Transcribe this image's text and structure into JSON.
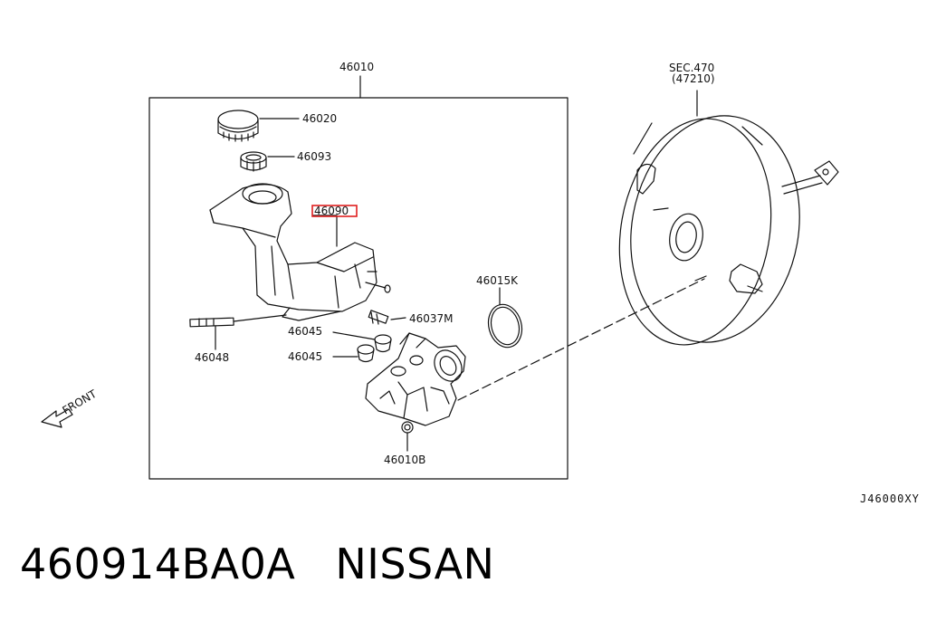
{
  "labels": {
    "assembly": "46010",
    "reservoir_cap": "46020",
    "cap_seal": "46093",
    "reservoir": "46090",
    "o_ring": "46015K",
    "pin": "46048",
    "connector": "46037M",
    "grommet_1": "46045",
    "grommet_2": "46045",
    "nut": "46010B",
    "booster_section": "SEC.470",
    "booster_part": "(47210)",
    "front": "FRONT",
    "diagram_code": "J46000XY"
  },
  "highlight_color": "#e02020",
  "caption": {
    "part_number": "460914BA0A",
    "brand": "NISSAN"
  }
}
